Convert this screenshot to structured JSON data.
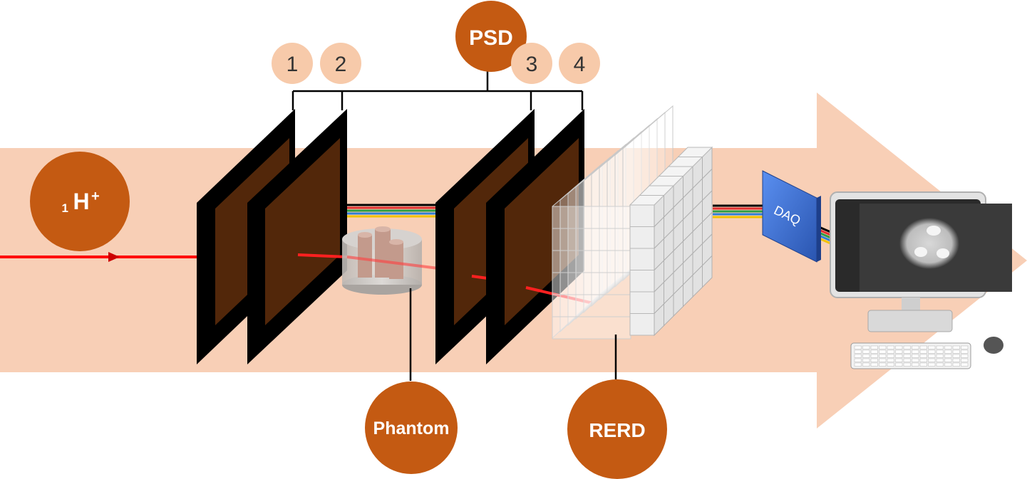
{
  "beam": {
    "label_sub": "1",
    "label_main": "H",
    "label_sup": "+"
  },
  "psd": {
    "label": "PSD",
    "planes": [
      "1",
      "2",
      "3",
      "4"
    ]
  },
  "phantom": {
    "label": "Phantom"
  },
  "rerd": {
    "label": "RERD"
  },
  "daq": {
    "label": "DAQ"
  },
  "colors": {
    "beam_band": "#f8cfb6",
    "label_circle": "#c45a12",
    "number_circle": "#f7caaa",
    "track": "#ff0000",
    "detector_frame": "#000000",
    "detector_panel": "#52270a",
    "daq_box": "#3b6fd4"
  }
}
